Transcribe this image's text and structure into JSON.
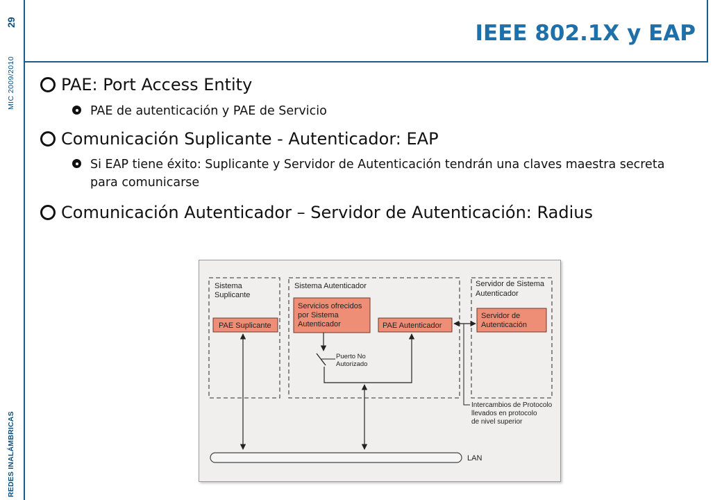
{
  "sidebar": {
    "page_number": "29",
    "course": "MIC 2009/2010",
    "subject": "REDES INALÁMBRICAS"
  },
  "slide": {
    "title": "IEEE 802.1X y EAP",
    "bullets": [
      {
        "text": "PAE: Port Access Entity",
        "sub": [
          "PAE de autenticación y PAE de Servicio"
        ]
      },
      {
        "text": "Comunicación Suplicante - Autenticador: EAP",
        "sub": [
          "Si EAP tiene éxito: Suplicante y Servidor de Autenticación tendrán una claves maestra secreta para comunicarse"
        ]
      },
      {
        "text": "Comunicación Autenticador – Servidor de Autenticación: Radius",
        "sub": []
      }
    ]
  },
  "diagram": {
    "group_suplicante": [
      "Sistema",
      "Suplicante"
    ],
    "group_autenticador": "Sistema Autenticador",
    "group_servidor": [
      "Servidor de Sistema",
      "Autenticador"
    ],
    "box_pae_suplicante": "PAE Suplicante",
    "box_servicios": [
      "Servicios ofrecidos",
      "por Sistema",
      "Autenticador"
    ],
    "box_pae_autenticador": "PAE Autenticador",
    "box_servidor": [
      "Servidor de",
      "Autenticación"
    ],
    "label_puerto": [
      "Puerto No",
      "Autorizado"
    ],
    "label_intercambios": [
      "Intercambios de Protocolo",
      "llevados en protocolo",
      "de nivel superior"
    ],
    "label_lan": "LAN",
    "colors": {
      "box_fill": "#ee8e77",
      "box_stroke": "#6a3a2a",
      "dash": "#555555"
    }
  }
}
